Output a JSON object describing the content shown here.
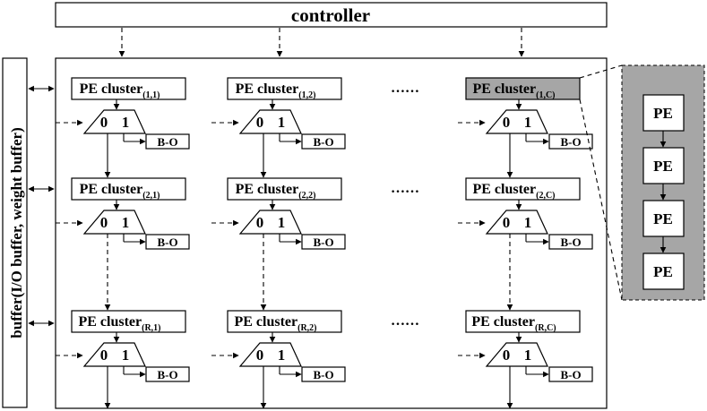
{
  "controller_label": "controller",
  "buffer_label": "buffer(I/O buffer, weight buffer)",
  "cluster_label": "PE cluster",
  "cluster_subscripts": [
    [
      "(1,1)",
      "(1,2)",
      "(1,C)"
    ],
    [
      "(2,1)",
      "(2,2)",
      "(2,C)"
    ],
    [
      "(R,1)",
      "(R,2)",
      "(R,C)"
    ]
  ],
  "ellipsis": "……",
  "mux_inputs": [
    "0",
    "1"
  ],
  "bo_label": "B-O",
  "pe_label": "PE",
  "pe_count": 4,
  "colors": {
    "highlight_fill": "#a6a6a6",
    "stroke": "#000000",
    "background": "#ffffff"
  }
}
